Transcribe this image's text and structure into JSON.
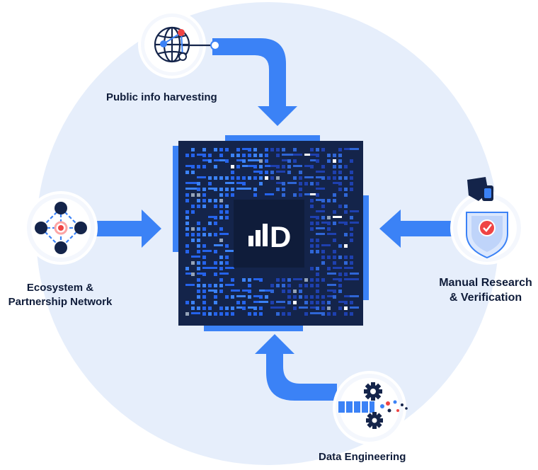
{
  "diagram": {
    "center": {
      "logo_text": "D"
    },
    "sources": {
      "top": {
        "label": "Public info harvesting",
        "icon": "globe-network-icon"
      },
      "left": {
        "label_line1": "Ecosystem &",
        "label_line2": "Partnership Network",
        "icon": "network-nodes-icon"
      },
      "right": {
        "label_line1": "Manual Research",
        "label_line2": "& Verification",
        "icon": "shield-check-icon"
      },
      "bottom": {
        "label": "Data Engineering",
        "icon": "gears-pipeline-icon"
      }
    },
    "colors": {
      "background_circle": "#e6eefb",
      "arrow": "#3b82f6",
      "chip_dark": "#14244a",
      "chip_blue": "#2563eb",
      "accent_red": "#ef4444"
    }
  }
}
